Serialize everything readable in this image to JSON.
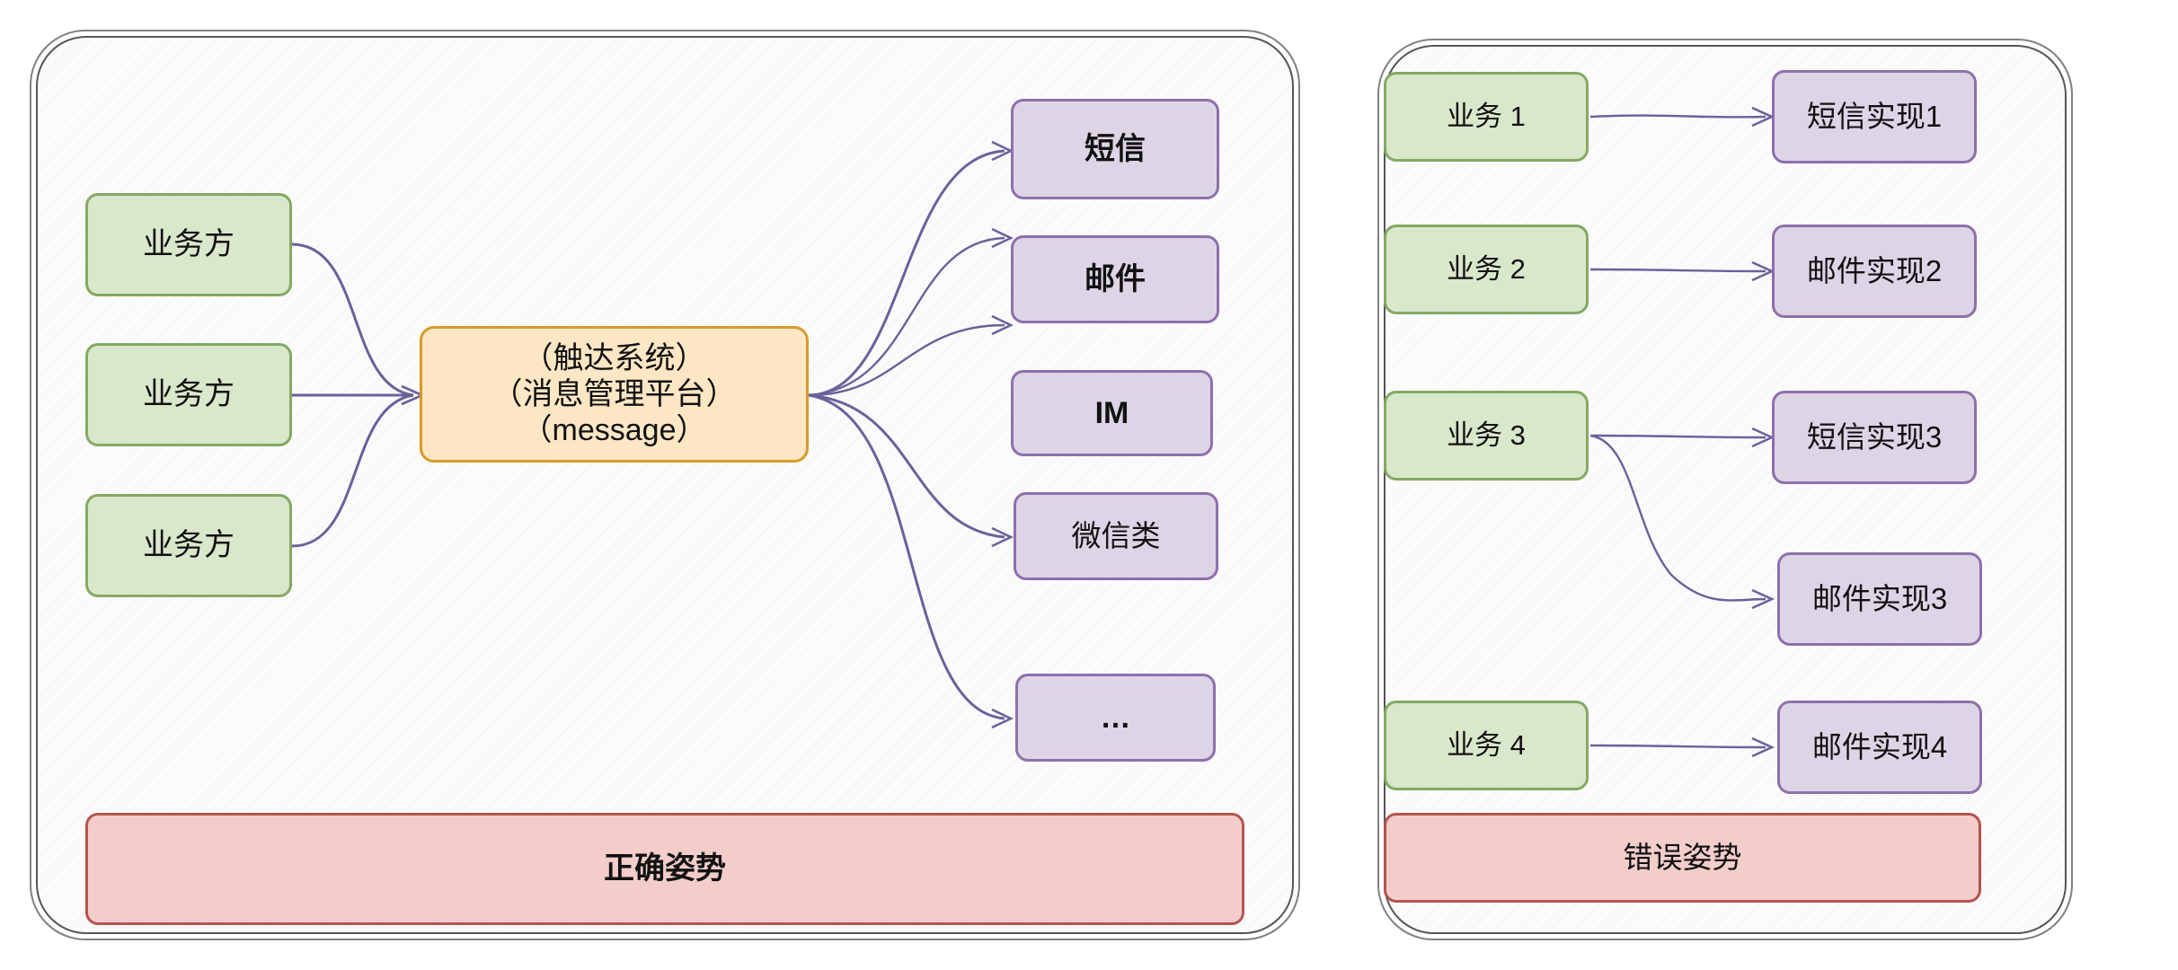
{
  "diagram": {
    "title_left": "正确姿势",
    "title_right": "错误姿势",
    "accent_colors": {
      "source_fill": "#d9e7cb",
      "source_stroke": "#84a963",
      "target_fill": "#ddd5e6",
      "target_stroke": "#8e6fab",
      "hub_fill": "#fce6c4",
      "hub_stroke": "#d79b2b",
      "banner_fill": "#f3cdca",
      "banner_stroke": "#b5534f",
      "connector": "#6a619b",
      "panel_border": "#56565a"
    }
  },
  "left_panel": {
    "name": "correct-approach-panel",
    "sources": [
      {
        "label": "业务方"
      },
      {
        "label": "业务方"
      },
      {
        "label": "业务方"
      }
    ],
    "hub": {
      "lines": [
        "（触达系统）",
        "（消息管理平台）",
        "（message）"
      ],
      "text": "（触达系统）\n（消息管理平台）\n（message）"
    },
    "channels": [
      {
        "label": "短信"
      },
      {
        "label": "邮件"
      },
      {
        "label": "IM"
      },
      {
        "label": "微信类"
      },
      {
        "label": "…"
      }
    ],
    "banner": {
      "label": "正确姿势"
    }
  },
  "right_panel": {
    "name": "wrong-approach-panel",
    "pairs": [
      {
        "source": "业务 1",
        "targets": [
          "短信实现1"
        ]
      },
      {
        "source": "业务 2",
        "targets": [
          "邮件实现2"
        ]
      },
      {
        "source": "业务 3",
        "targets": [
          "短信实现3",
          "邮件实现3"
        ]
      },
      {
        "source": "业务 4",
        "targets": [
          "邮件实现4"
        ]
      }
    ],
    "sources": [
      {
        "label": "业务 1"
      },
      {
        "label": "业务 2"
      },
      {
        "label": "业务 3"
      },
      {
        "label": "业务 4"
      }
    ],
    "targets": [
      {
        "label": "短信实现1"
      },
      {
        "label": "邮件实现2"
      },
      {
        "label": "短信实现3"
      },
      {
        "label": "邮件实现3"
      },
      {
        "label": "邮件实现4"
      }
    ],
    "banner": {
      "label": "错误姿势"
    }
  }
}
